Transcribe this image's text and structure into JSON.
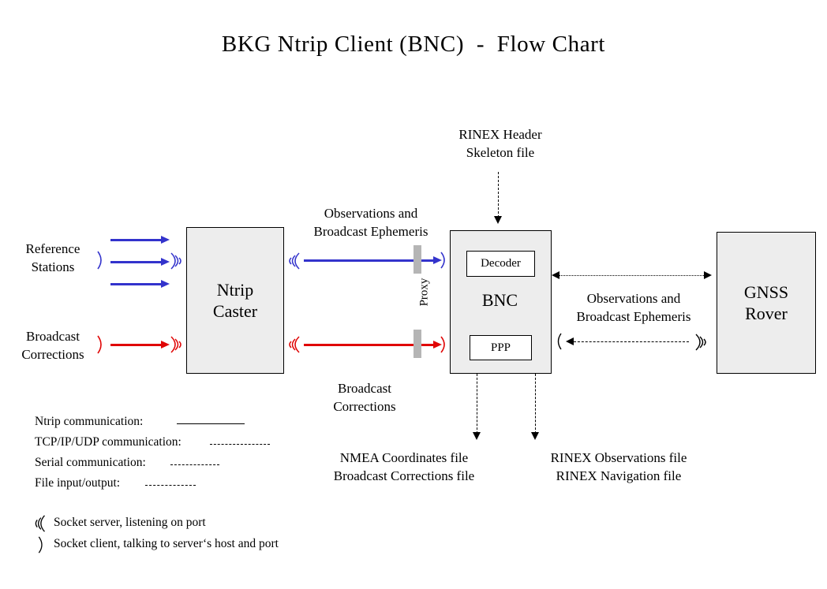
{
  "title": "BKG Ntrip Client (BNC)  -  Flow Chart",
  "nodes": {
    "ntrip_caster": "Ntrip\nCaster",
    "bnc": "BNC",
    "decoder": "Decoder",
    "ppp": "PPP",
    "gnss_rover": "GNSS\nRover",
    "proxy": "Proxy"
  },
  "labels": {
    "reference_stations": "Reference\nStations",
    "broadcast_corrections_in": "Broadcast\nCorrections",
    "obs_eph_left": "Observations and\nBroadcast Ephemeris",
    "broadcast_corrections_mid": "Broadcast\nCorrections",
    "rinex_header": "RINEX Header\nSkeleton file",
    "obs_eph_right": "Observations and\nBroadcast Ephemeris",
    "nmea_out": "NMEA Coordinates file\nBroadcast Corrections file",
    "rinex_out": "RINEX Observations file\nRINEX Navigation file"
  },
  "legend": {
    "lines": [
      {
        "label": "Ntrip communication:",
        "style": "solid"
      },
      {
        "label": "TCP/IP/UDP communication:",
        "style": "dash"
      },
      {
        "label": "Serial communication:",
        "style": "serial"
      },
      {
        "label": "File input/output:",
        "style": "file"
      }
    ],
    "sockets": [
      {
        "icon": "socket-server-icon",
        "label": "Socket server, listening on port"
      },
      {
        "icon": "socket-client-icon",
        "label": "Socket client, talking to server‘s host and port"
      }
    ]
  },
  "colors": {
    "ntrip_blue": "#3333cc",
    "correction_red": "#e00505",
    "node_fill": "#ededed",
    "proxy_gray": "#b5b5b5",
    "stroke": "#000000"
  }
}
